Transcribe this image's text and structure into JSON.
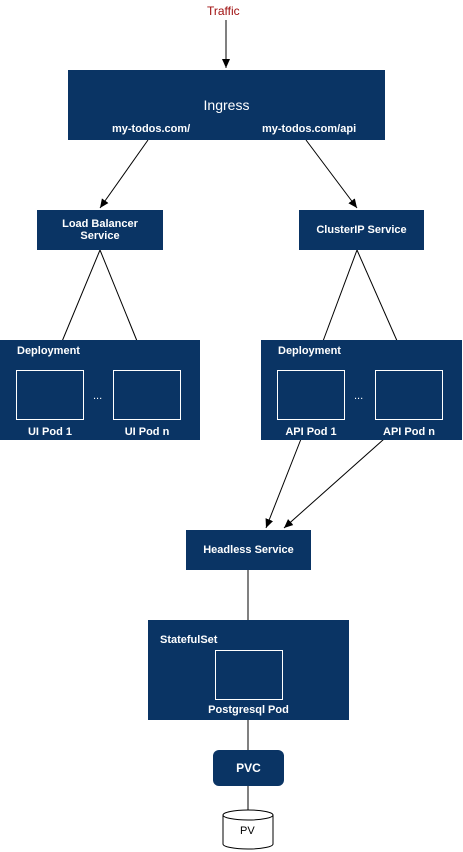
{
  "diagram": {
    "traffic": "Traffic",
    "ingress": {
      "title": "Ingress",
      "route_left": "my-todos.com/",
      "route_right": "my-todos.com/api"
    },
    "load_balancer": {
      "line1": "Load Balancer",
      "line2": "Service"
    },
    "cluster_ip": {
      "label": "ClusterIP Service"
    },
    "ui_deployment": {
      "label": "Deployment",
      "pod1": "UI Pod 1",
      "podn": "UI Pod n",
      "ellipsis": "..."
    },
    "api_deployment": {
      "label": "Deployment",
      "pod1": "API Pod 1",
      "podn": "API Pod n",
      "ellipsis": "..."
    },
    "headless": {
      "label": "Headless Service"
    },
    "statefulset": {
      "label": "StatefulSet",
      "pod": "Postgresql Pod"
    },
    "pvc": {
      "label": "PVC"
    },
    "pv": {
      "label": "PV"
    },
    "colors": {
      "node_fill": "#0a3464",
      "traffic_text": "#a01010",
      "line": "#000000"
    }
  }
}
